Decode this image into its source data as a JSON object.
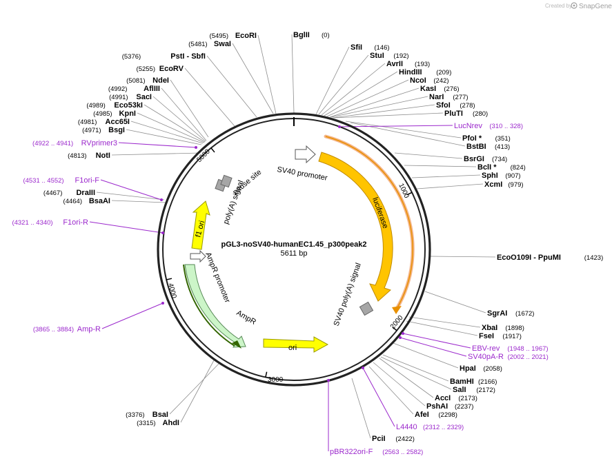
{
  "header": {
    "credit": "Created by",
    "brand": "SnapGene"
  },
  "plasmid": {
    "name": "pGL3-noSV40-humanEC1.45_p300peak2",
    "length_label": "5611 bp"
  },
  "ticks": [
    {
      "label": "1000"
    },
    {
      "label": "2000"
    },
    {
      "label": "3000"
    },
    {
      "label": "4000"
    },
    {
      "label": "5000"
    }
  ],
  "enzymes": [
    {
      "name": "BglII",
      "pos": "(0)"
    },
    {
      "name": "SfiI",
      "pos": "(146)"
    },
    {
      "name": "StuI",
      "pos": "(192)"
    },
    {
      "name": "AvrII",
      "pos": "(193)"
    },
    {
      "name": "HindIII",
      "pos": "(209)"
    },
    {
      "name": "NcoI",
      "pos": "(242)"
    },
    {
      "name": "KasI",
      "pos": "(276)"
    },
    {
      "name": "NarI",
      "pos": "(277)"
    },
    {
      "name": "SfoI",
      "pos": "(278)"
    },
    {
      "name": "PluTI",
      "pos": "(280)"
    },
    {
      "name": "PfoI *",
      "pos": "(351)"
    },
    {
      "name": "BstBI",
      "pos": "(413)"
    },
    {
      "name": "BsrGI",
      "pos": "(734)"
    },
    {
      "name": "BclI *",
      "pos": "(824)"
    },
    {
      "name": "SphI",
      "pos": "(907)"
    },
    {
      "name": "XcmI",
      "pos": "(979)"
    },
    {
      "name": "EcoO109I   - PpuMI",
      "pos": "(1423)"
    },
    {
      "name": "SgrAI",
      "pos": "(1672)"
    },
    {
      "name": "XbaI",
      "pos": "(1898)"
    },
    {
      "name": "FseI",
      "pos": "(1917)"
    },
    {
      "name": "HpaI",
      "pos": "(2058)"
    },
    {
      "name": "BamHI",
      "pos": "(2166)"
    },
    {
      "name": "SalI",
      "pos": "(2172)"
    },
    {
      "name": "AccI",
      "pos": "(2173)"
    },
    {
      "name": "PshAI",
      "pos": "(2237)"
    },
    {
      "name": "AfeI",
      "pos": "(2298)"
    },
    {
      "name": "PciI",
      "pos": "(2422)"
    },
    {
      "name": "BsaI",
      "pos": "(3376)"
    },
    {
      "name": "AhdI",
      "pos": "(3315)"
    },
    {
      "name": "NotI",
      "pos": "(4813)"
    },
    {
      "name": "BsgI",
      "pos": "(4971)"
    },
    {
      "name": "Acc65I",
      "pos": "(4981)"
    },
    {
      "name": "KpnI",
      "pos": "(4985)"
    },
    {
      "name": "Eco53kI",
      "pos": "(4989)"
    },
    {
      "name": "SacI",
      "pos": "(4991)"
    },
    {
      "name": "AflIII",
      "pos": "(4992)"
    },
    {
      "name": "NdeI",
      "pos": "(5081)"
    },
    {
      "name": "EcoRV",
      "pos": "(5255)"
    },
    {
      "name": "PstI   - SbfI",
      "pos": "(5376)"
    },
    {
      "name": "SwaI",
      "pos": "(5481)"
    },
    {
      "name": "EcoRI",
      "pos": "(5495)"
    },
    {
      "name": "BsaAI",
      "pos": "(4464)"
    },
    {
      "name": "DraIII",
      "pos": "(4467)"
    }
  ],
  "primers": [
    {
      "name": "LucNrev",
      "range": "(310 .. 328)"
    },
    {
      "name": "EBV-rev",
      "range": "(1948 .. 1967)"
    },
    {
      "name": "SV40pA-R",
      "range": "(2002 .. 2021)"
    },
    {
      "name": "L4440",
      "range": "(2312 .. 2329)"
    },
    {
      "name": "pBR322ori-F",
      "range": "(2563 .. 2582)"
    },
    {
      "name": "Amp-R",
      "range": "(3865 .. 3884)"
    },
    {
      "name": "F1ori-R",
      "range": "(4321 .. 4340)"
    },
    {
      "name": "F1ori-F",
      "range": "(4531 .. 4552)"
    },
    {
      "name": "RVprimer3",
      "range": "(4922 .. 4941)"
    }
  ],
  "features": [
    {
      "label": "SV40 promoter",
      "color": "#ffffff"
    },
    {
      "label": "luciferase",
      "color": "#ffc400"
    },
    {
      "label": "SV40 poly(A) signal",
      "color": "#a6a6a6"
    },
    {
      "label": "ori",
      "color": "#ffff00"
    },
    {
      "label": "AmpR",
      "color": "#ccf5c8"
    },
    {
      "label": "AmpR promoter",
      "color": "#ffffff"
    },
    {
      "label": "f1 ori",
      "color": "#ffff00"
    },
    {
      "label": "poly(A) signal",
      "color": "#a6a6a6"
    },
    {
      "label": "pause site",
      "color": "#a6a6a6"
    }
  ]
}
